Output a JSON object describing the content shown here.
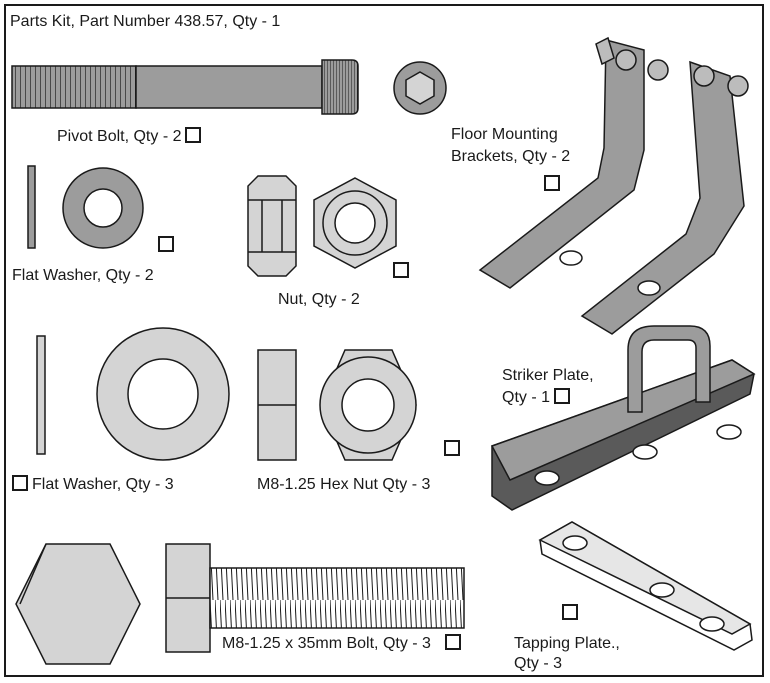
{
  "title": "Parts Kit, Part Number 438.57, Qty - 1",
  "parts": {
    "pivot_bolt": "Pivot Bolt, Qty - 2",
    "floor_brackets_line1": "Floor Mounting",
    "floor_brackets_line2": "Brackets, Qty - 2",
    "flat_washer_small": "Flat Washer, Qty - 2",
    "nut": "Nut, Qty - 2",
    "flat_washer_large": "Flat Washer, Qty - 3",
    "hex_nut": "M8-1.25 Hex Nut Qty - 3",
    "striker_line1": "Striker Plate,",
    "striker_line2": "Qty - 1",
    "bolt_35": "M8-1.25 x 35mm Bolt, Qty - 3",
    "tapping_line1": "Tapping Plate.,",
    "tapping_line2": "Qty - 3"
  },
  "colors": {
    "dark_part": "#9c9c9c",
    "light_part": "#d4d4d4",
    "outline": "#1a1a1a"
  }
}
